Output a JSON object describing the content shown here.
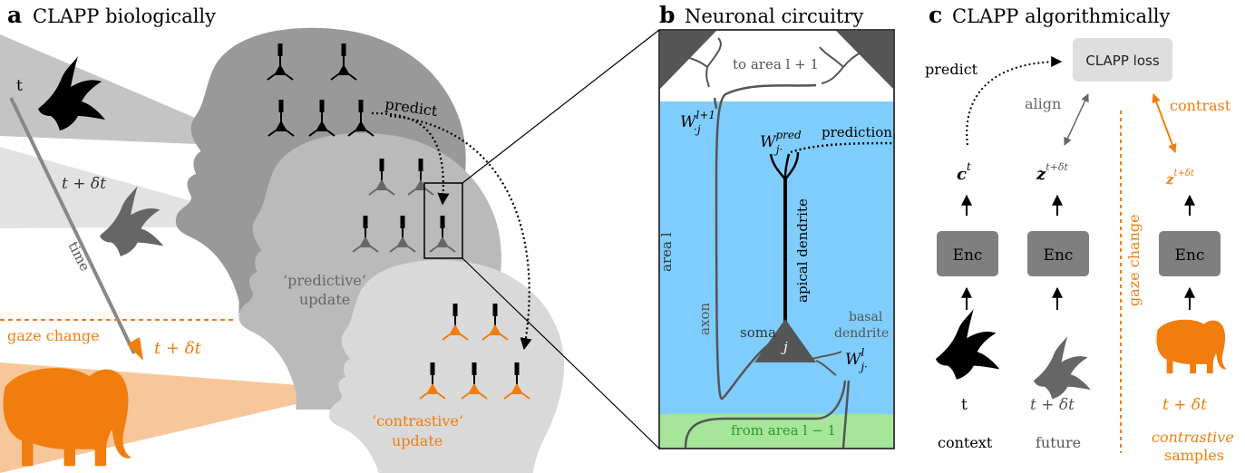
{
  "panels": {
    "a": {
      "letter": "a",
      "title": "CLAPP biologically"
    },
    "b": {
      "letter": "b",
      "title": "Neuronal circuitry"
    },
    "c": {
      "letter": "c",
      "title": "CLAPP algorithmically"
    }
  },
  "panel_a": {
    "t_label": "t",
    "t_delta_label": "t + δt",
    "time_label": "time",
    "gaze_change": "gaze change",
    "t_delta_orange": "t + δt",
    "predict": "predict",
    "predictive_update_1": "‘predictive’",
    "predictive_update_2": "update",
    "contrastive_update_1": "‘contrastive’",
    "contrastive_update_2": "update"
  },
  "panel_b": {
    "to_area": "to area l + 1",
    "w_top": "W",
    "w_top_sup": "l+1",
    "w_top_sub": "·j",
    "w_pred": "W",
    "w_pred_sup": "pred",
    "w_pred_sub": "j·",
    "prediction": "prediction",
    "area_l": "area l",
    "apical": "apical dendrite",
    "axon": "axon",
    "soma": "soma",
    "j": "j",
    "basal_1": "basal",
    "basal_2": "dendrite",
    "w_basal": "W",
    "w_basal_sup": "l",
    "w_basal_sub": "j·",
    "from_area": "from area l − 1"
  },
  "panel_c": {
    "clapp_loss": "CLAPP loss",
    "predict": "predict",
    "align": "align",
    "contrast": "contrast",
    "c_t": "c",
    "c_t_sup": "t",
    "z_1": "z",
    "z_1_sup": "t+δt",
    "z_2": "z",
    "z_2_sup": "t+δt",
    "enc": "Enc",
    "gaze_change": "gaze change",
    "t": "t",
    "t_delta_1": "t + δt",
    "t_delta_2": "t + δt",
    "context": "context",
    "future": "future",
    "contrastive": "contrastive",
    "samples": "samples"
  },
  "colors": {
    "orange": "#f07d0e",
    "blue_area": "#7fcdfd",
    "green_area": "#a6e59a",
    "loss_box": "#dedede",
    "enc_box": "#7f7f7f",
    "head_dark": "#999999",
    "head_mid": "#bababa",
    "head_light": "#d9d9d9"
  }
}
